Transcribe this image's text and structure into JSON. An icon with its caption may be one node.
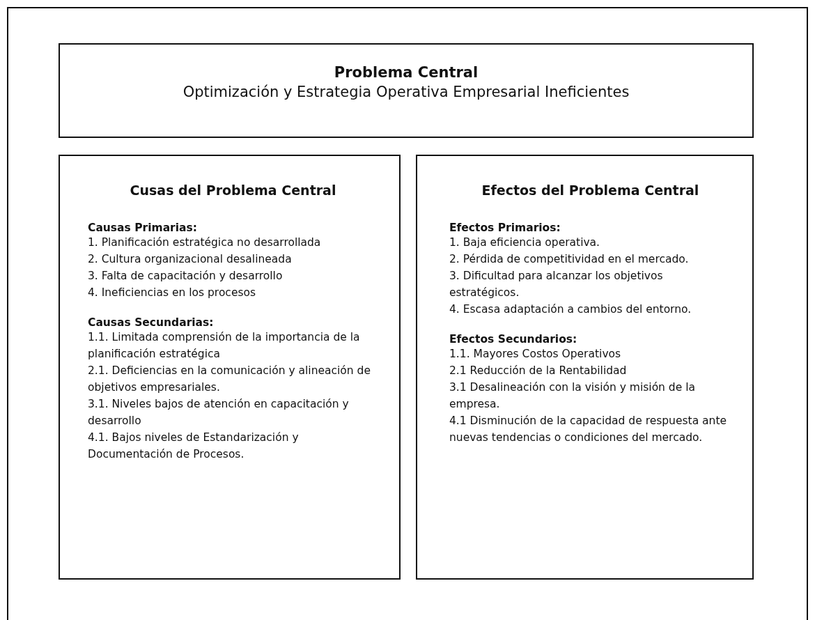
{
  "diagram": {
    "nodes": [
      {
        "text": [
          "Problema Central",
          "Optimización y Estrategia Operativa Empresarial Ineficientes"
        ]
      },
      {
        "text": [
          "Cusas del Problema Central",
          "Causas Primarias:",
          "1. Planificación estratégica no desarrollada",
          "2. Cultura organizacional desalineada",
          "3. Falta de capacitación y desarrollo",
          "4. Ineficiencias en los procesos",
          "Causas Secundarias:",
          "1.1. Limitada comprensión de la importancia de la planificación estratégica",
          "2.1. Deficiencias en la comunicación y alineación de objetivos empresariales.",
          "3.1. Niveles bajos de atención en capacitación y desarrollo",
          "4.1. Bajos niveles de Estandarización y Documentación de Procesos."
        ]
      },
      {
        "text": [
          "Efectos del Problema Central",
          "Efectos Primarios:",
          "1. Baja eficiencia operativa.",
          "2. Pérdida de competitividad en el mercado.",
          "3. Dificultad para alcanzar los objetivos estratégicos.",
          "4. Escasa adaptación a cambios del entorno.",
          "Efectos Secundarios:",
          "1.1. Mayores Costos Operativos",
          "2.1 Reducción de la Rentabilidad",
          "3.1 Desalineación con la visión y misión de la empresa.",
          "4.1 Disminución de la capacidad de respuesta ante nuevas tendencias o condiciones del mercado."
        ]
      }
    ]
  }
}
